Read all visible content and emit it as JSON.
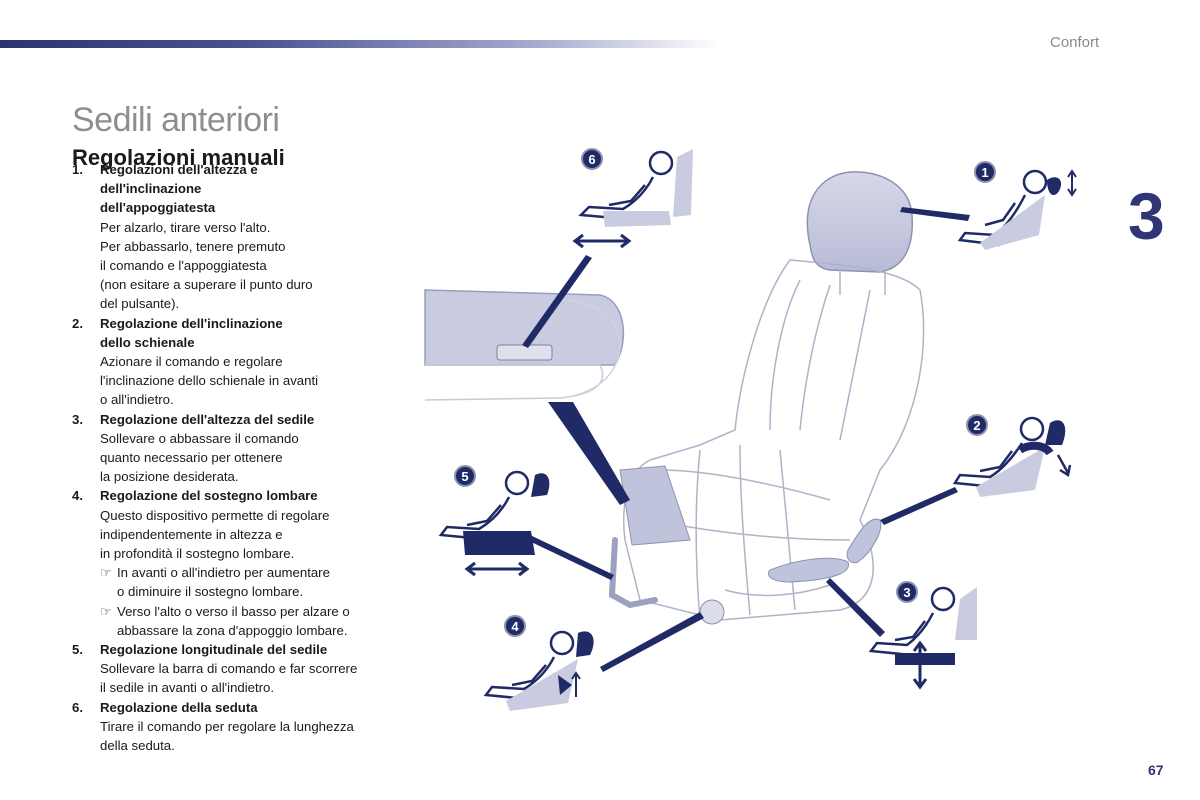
{
  "header": {
    "section": "Confort",
    "chapter": "3",
    "page_number": "67"
  },
  "title": "Sedili anteriori",
  "subtitle": "Regolazioni manuali",
  "items": [
    {
      "num": "1.",
      "heading": "Regolazioni dell'altezza e\ndell'inclinazione\ndell'appoggiatesta",
      "body": "Per alzarlo, tirare verso l'alto.\nPer abbassarlo, tenere premuto\nil comando e l'appoggiatesta\n(non esitare a superare il punto duro\ndel pulsante)."
    },
    {
      "num": "2.",
      "heading": "Regolazione dell'inclinazione\ndello schienale",
      "body": "Azionare il comando e regolare\nl'inclinazione dello schienale in avanti\no all'indietro."
    },
    {
      "num": "3.",
      "heading": "Regolazione dell'altezza del sedile",
      "body": "Sollevare o abbassare il comando\nquanto necessario per ottenere\nla posizione desiderata."
    },
    {
      "num": "4.",
      "heading": "Regolazione del sostegno lombare",
      "body": "Questo dispositivo permette di regolare\nindipendentemente in altezza e\nin profondità il sostegno lombare.",
      "subs": [
        "In avanti o all'indietro per aumentare\no diminuire il sostegno lombare.",
        "Verso l'alto o verso il basso per alzare o\nabbassare la zona d'appoggio lombare."
      ]
    },
    {
      "num": "5.",
      "heading": "Regolazione longitudinale del sedile",
      "body": "Sollevare la barra di comando e far scorrere\nil sedile in avanti o all'indietro."
    },
    {
      "num": "6.",
      "heading": "Regolazione della seduta",
      "body": "Tirare il comando per regolare la lunghezza\ndella seduta."
    }
  ],
  "sub_bullet_icon": "pointing-hand-icon",
  "callouts": [
    "1",
    "2",
    "3",
    "4",
    "5",
    "6"
  ],
  "colors": {
    "accent": "#2f3575",
    "title_gray": "#8e8e8e",
    "seat_fill": "#c9cbe0",
    "line_navy": "#1f2a66"
  }
}
